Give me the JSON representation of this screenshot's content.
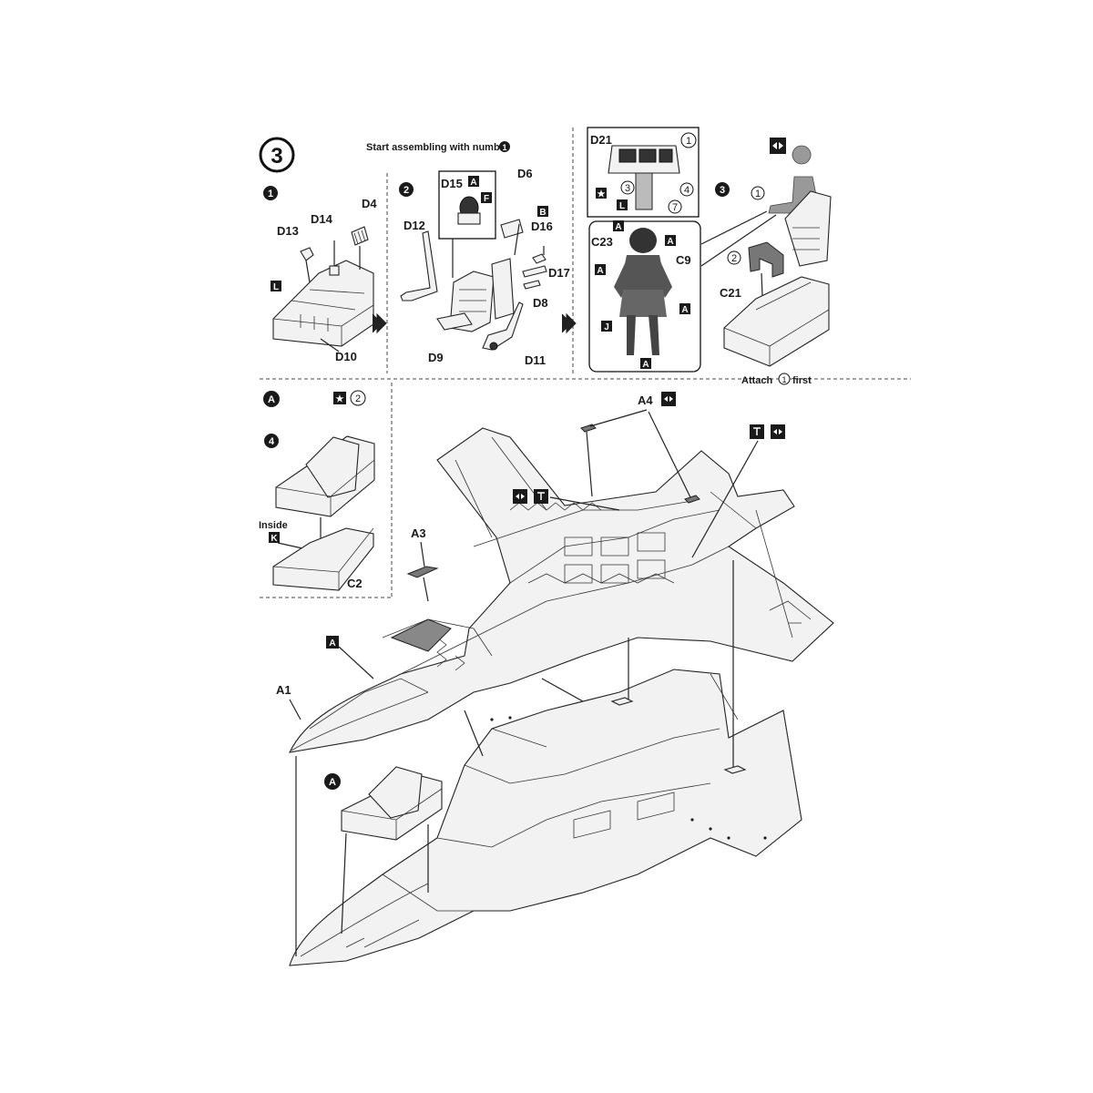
{
  "step": {
    "number": "3",
    "instruction": "Start assembling with number",
    "instruction_ref": "1"
  },
  "substeps": [
    "1",
    "2",
    "3",
    "4"
  ],
  "section_marker": "A",
  "parts": {
    "d13": "D13",
    "d14": "D14",
    "d4": "D4",
    "d10": "D10",
    "d15": "D15",
    "d6": "D6",
    "d12": "D12",
    "d16": "D16",
    "d17": "D17",
    "d8": "D8",
    "d9": "D9",
    "d11": "D11",
    "d21": "D21",
    "c23": "C23",
    "c9": "C9",
    "c21": "C21",
    "c2": "C2",
    "a1": "A1",
    "a3": "A3",
    "a4": "A4"
  },
  "color_codes": {
    "l": "L",
    "a": "A",
    "f": "F",
    "b": "B",
    "j": "J",
    "k": "K",
    "star": "★"
  },
  "callouts": {
    "c1": "1",
    "c2": "2",
    "c3": "3",
    "c4": "4",
    "c7": "7"
  },
  "notes": {
    "attach_first_prefix": "Attach",
    "attach_first_ref": "1",
    "attach_first_suffix": "first",
    "inside": "Inside"
  },
  "colors": {
    "line": "#222222",
    "fill": "#f2f2f2",
    "badge": "#1a1a1a"
  }
}
